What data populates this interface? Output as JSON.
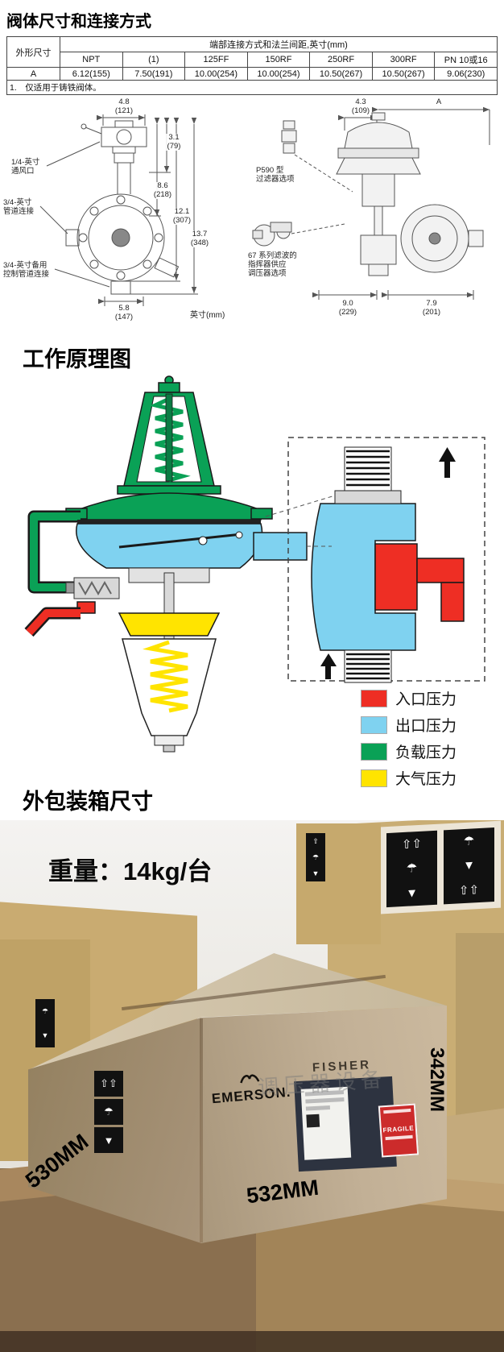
{
  "sections": {
    "valve_title": "阀体尺寸和连接方式",
    "principle_title": "工作原理图",
    "package_title": "外包装箱尺寸"
  },
  "dim_table": {
    "corner_header": "外形尺寸",
    "group_header": "端部连接方式和法兰间距,英寸(mm)",
    "col_headers": [
      "NPT",
      "(1)",
      "125FF",
      "150RF",
      "250RF",
      "300RF",
      "PN 10或16"
    ],
    "row_label": "A",
    "row_values": [
      "6.12(155)",
      "7.50(191)",
      "10.00(254)",
      "10.00(254)",
      "10.50(267)",
      "10.50(267)",
      "9.06(230)"
    ],
    "footnote": "1.　仅适用于铸铁阀体。"
  },
  "front_view": {
    "dim_width_top": "4.8\n(121)",
    "dim_h1": "3.1\n(79)",
    "dim_h2": "8.6\n(218)",
    "dim_h3": "12.1\n(307)",
    "dim_h4": "13.7\n(348)",
    "dim_bottom": "5.8\n(147)",
    "label_vent": "1/4-英寸\n通风口",
    "label_pipe": "3/4-英寸\n管道连接",
    "label_control": "3/4-英寸备用\n控制管道连接",
    "units_note": "英寸(mm)"
  },
  "side_view": {
    "dim_top_small": "4.3\n(109)",
    "dim_top_a": "A",
    "label_filter": "P590 型\n过滤器选项",
    "label_pilot": "67 系列滤波的\n指挥器供应\n调压器选项",
    "dim_bottom_left": "9.0\n(229)",
    "dim_bottom_right": "7.9\n(201)"
  },
  "legend": {
    "items": [
      {
        "label": "入口压力",
        "color": "#ee2e24"
      },
      {
        "label": "出口压力",
        "color": "#7fd2f0"
      },
      {
        "label": "负载压力",
        "color": "#0aa156"
      },
      {
        "label": "大气压力",
        "color": "#ffe400"
      }
    ]
  },
  "package": {
    "weight_text": "重量：14kg/台",
    "dim_height": "342MM",
    "dim_depth": "530MM",
    "dim_width": "532MM",
    "brand_emerson": "EMERSON.",
    "brand_fisher": "FISHER",
    "fragile_label": "FRAGILE",
    "watermark": "调压器设备"
  }
}
